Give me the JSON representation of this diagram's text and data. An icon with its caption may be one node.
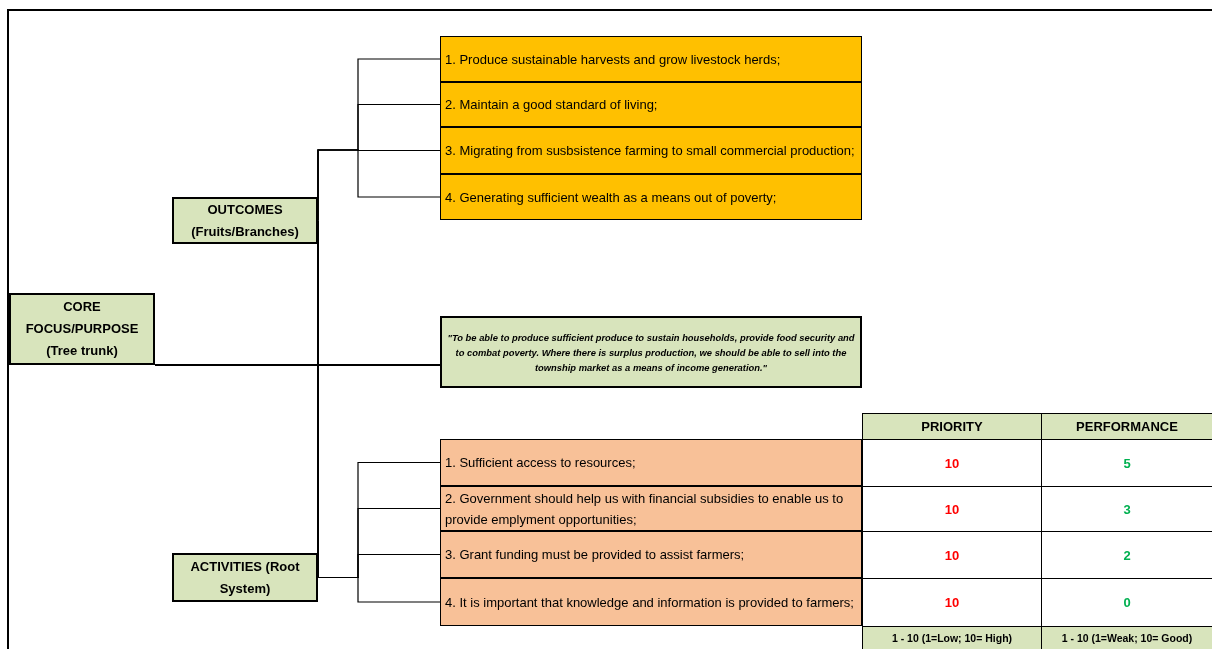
{
  "diagram": {
    "nodes": [
      {
        "text": [
          "CORE FOCUS/PURPOSE (Tree trunk)"
        ]
      },
      {
        "text": [
          "OUTCOMES (Fruits/Branches)"
        ]
      },
      {
        "text": [
          "1. Produce sustainable harvests and grow livestock herds;"
        ]
      },
      {
        "text": [
          "2. Maintain a good standard of living;"
        ]
      },
      {
        "text": [
          "3. Migrating from susbsistence farming to small commercial production;"
        ]
      },
      {
        "text": [
          "4. Generating sufficient wealth as a means out of poverty;"
        ]
      },
      {
        "text": [
          "\"To be able to produce sufficient produce to sustain households, provide food security and to combat poverty. Where there is surplus production, we should be able to sell into the township market as a means of income generation.\""
        ]
      },
      {
        "text": [
          "ACTIVITIES (Root System)"
        ]
      },
      {
        "text": [
          "1. Sufficient access to resources;"
        ]
      },
      {
        "text": [
          "2. Government should help us with financial subsidies to enable us to provide emplyment opportunities;"
        ]
      },
      {
        "text": [
          "3. Grant funding must be provided to assist farmers;"
        ]
      },
      {
        "text": [
          "4. It is important that knowledge and information is provided to farmers;"
        ]
      }
    ],
    "edges": [
      {
        "from": 0,
        "to": 1,
        "arrow": "none"
      },
      {
        "from": 0,
        "to": 6,
        "arrow": "none"
      },
      {
        "from": 0,
        "to": 7,
        "arrow": "none"
      },
      {
        "from": 1,
        "to": 2,
        "arrow": "none"
      },
      {
        "from": 1,
        "to": 3,
        "arrow": "none"
      },
      {
        "from": 1,
        "to": 4,
        "arrow": "none"
      },
      {
        "from": 1,
        "to": 5,
        "arrow": "none"
      },
      {
        "from": 7,
        "to": 8,
        "arrow": "none"
      },
      {
        "from": 7,
        "to": 9,
        "arrow": "none"
      },
      {
        "from": 7,
        "to": 10,
        "arrow": "none"
      },
      {
        "from": 7,
        "to": 11,
        "arrow": "none"
      }
    ],
    "labels": [
      "PRIORITY",
      "PERFORMANCE",
      "10",
      "5",
      "10",
      "3",
      "10",
      "2",
      "10",
      "0",
      "1 - 10 (1=Low; 10= High)",
      "1 - 10 (1=Weak; 10= Good)"
    ]
  }
}
